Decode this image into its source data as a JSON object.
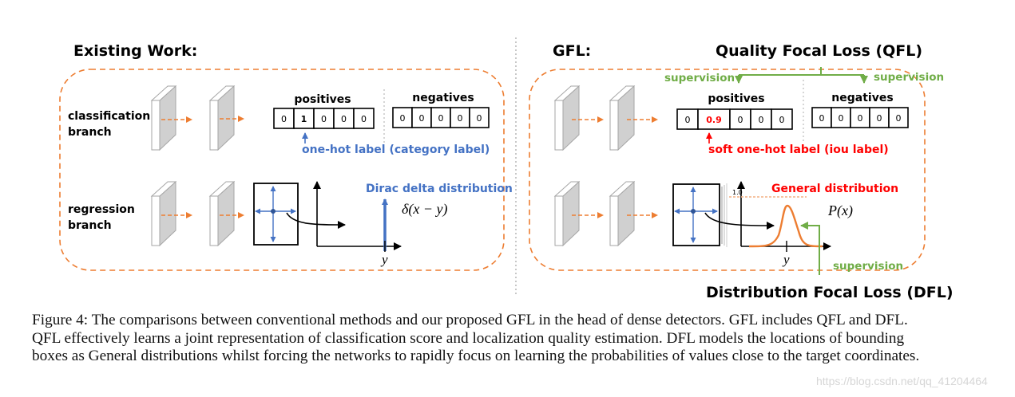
{
  "colors": {
    "orange": "#ed7d31",
    "blue": "#4472c4",
    "red": "#ff0000",
    "green": "#70ad47",
    "grey_divider": "#c8c8c8"
  },
  "left_panel": {
    "title": "Existing Work:",
    "classification_label_line1": "classification",
    "classification_label_line2": "branch",
    "regression_label_line1": "regression",
    "regression_label_line2": "branch",
    "positives_label": "positives",
    "negatives_label": "negatives",
    "positives_cells": [
      "0",
      "1",
      "0",
      "0",
      "0"
    ],
    "negatives_cells": [
      "0",
      "0",
      "0",
      "0",
      "0"
    ],
    "label_annotation": "one-hot label (category label)",
    "distribution_title": "Dirac delta distribution",
    "distribution_formula": "δ(x − y)",
    "axis_label": "y"
  },
  "right_panel": {
    "title": "GFL:",
    "qfl_title": "Quality Focal Loss (QFL)",
    "dfl_title": "Distribution Focal Loss (DFL)",
    "supervision_left": "supervision",
    "supervision_right": "supervision",
    "supervision_bottom": "supervision",
    "positives_label": "positives",
    "negatives_label": "negatives",
    "positives_cells": [
      "0",
      "0.9",
      "0",
      "0",
      "0"
    ],
    "negatives_cells": [
      "0",
      "0",
      "0",
      "0",
      "0"
    ],
    "label_annotation": "soft one-hot label (iou label)",
    "distribution_title": "General distribution",
    "distribution_formula": "P(x)",
    "y_tick": "1.0",
    "axis_label": "y"
  },
  "caption": {
    "lines": [
      "Figure 4: The comparisons between conventional methods and our proposed GFL in the head of dense detectors. GFL includes QFL and DFL.",
      "QFL effectively learns a joint representation of classification score and localization quality estimation. DFL models the locations of bounding",
      "boxes as General distributions whilst forcing the networks to rapidly focus on learning the probabilities of values close to the target coordinates."
    ]
  },
  "watermark": "https://blog.csdn.net/qq_41204464"
}
